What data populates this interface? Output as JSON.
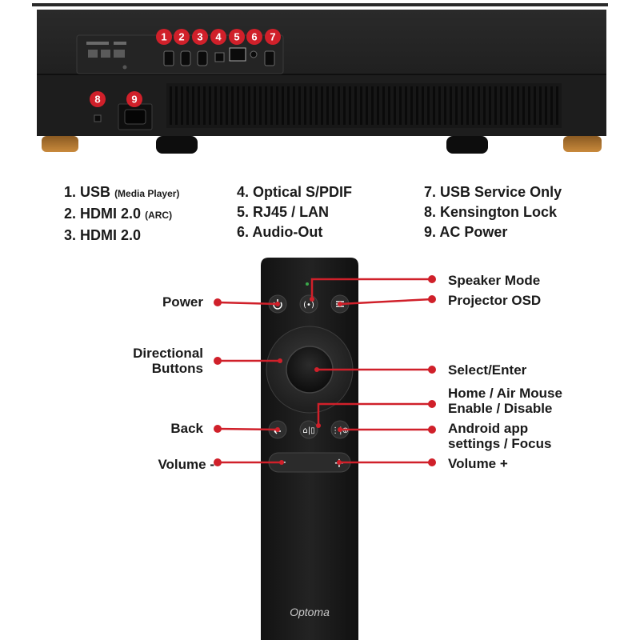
{
  "colors": {
    "accent_red": "#d0202a",
    "device_body": "#1c1c1c",
    "leader_line": "#d0202a"
  },
  "projector": {
    "badges": [
      "1",
      "2",
      "3",
      "4",
      "5",
      "6",
      "7",
      "8",
      "9"
    ]
  },
  "port_list": {
    "col1": [
      {
        "num": "1.",
        "label": "USB",
        "note": "(Media Player)"
      },
      {
        "num": "2.",
        "label": "HDMI 2.0",
        "note": "(ARC)"
      },
      {
        "num": "3.",
        "label": "HDMI 2.0",
        "note": ""
      }
    ],
    "col2": [
      {
        "num": "4.",
        "label": "Optical S/PDIF",
        "note": ""
      },
      {
        "num": "5.",
        "label": "RJ45 / LAN",
        "note": ""
      },
      {
        "num": "6.",
        "label": "Audio-Out",
        "note": ""
      }
    ],
    "col3": [
      {
        "num": "7.",
        "label": "USB Service Only",
        "note": ""
      },
      {
        "num": "8.",
        "label": "Kensington Lock",
        "note": ""
      },
      {
        "num": "9.",
        "label": "AC Power",
        "note": ""
      }
    ]
  },
  "remote": {
    "brand": "Optoma",
    "callouts": {
      "power": "Power",
      "directional": [
        "Directional",
        "Buttons"
      ],
      "back": "Back",
      "volume_minus": "Volume -",
      "speaker_mode": "Speaker Mode",
      "projector_osd": "Projector OSD",
      "select_enter": "Select/Enter",
      "home_air_mouse": [
        "Home / Air Mouse",
        "Enable / Disable"
      ],
      "android_settings": [
        "Android app",
        "settings / Focus"
      ],
      "volume_plus": "Volume +"
    },
    "icons": {
      "power": "power-icon",
      "speaker": "speaker-mode-icon",
      "osd": "menu-icon",
      "back": "back-icon",
      "home": "home-mouse-icon",
      "settings": "settings-focus-icon",
      "minus": "−",
      "plus": "+"
    }
  }
}
